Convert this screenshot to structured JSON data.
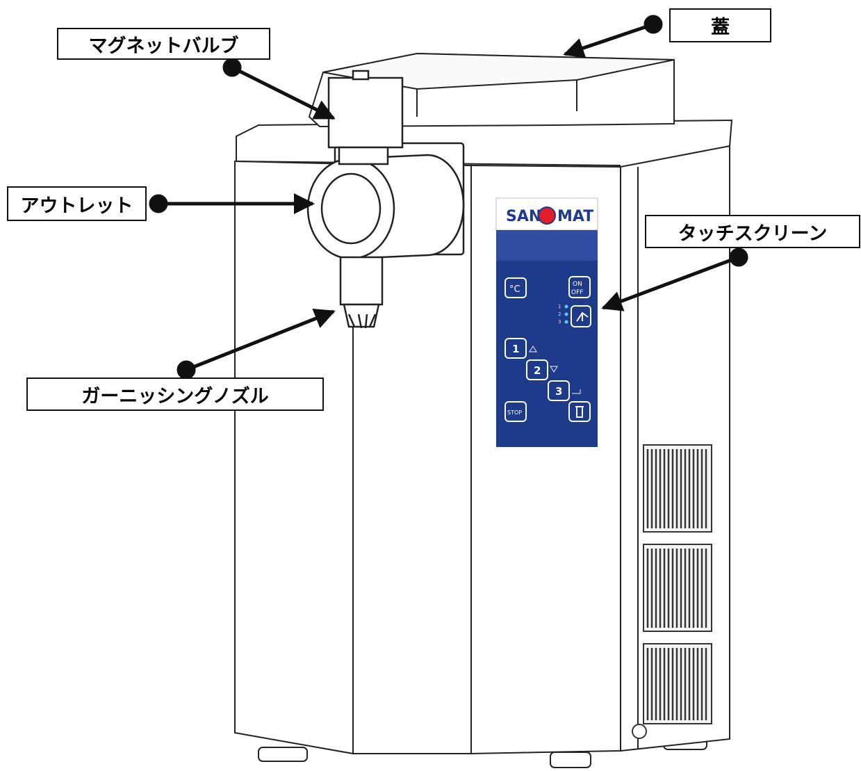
{
  "labels": {
    "lid": "蓋",
    "magnet_valve": "マグネットバルブ",
    "outlet": "アウトレット",
    "touch_screen": "タッチスクリーン",
    "garnishing_nozzle": "ガーニッシングノズル"
  },
  "panel": {
    "brand_left": "SAN",
    "brand_right": "MAT",
    "button_1": "1",
    "button_2": "2",
    "button_3": "3",
    "stop": "STOP",
    "on": "ON",
    "off": "OFF",
    "level_1": "1",
    "level_2": "2",
    "level_3": "3"
  },
  "colors": {
    "panel_blue": "#1e3a8a",
    "panel_blue_light": "#2f4da3",
    "brand_red": "#e11d2b",
    "brand_navy": "#1e3a8a",
    "line": "#222222"
  }
}
